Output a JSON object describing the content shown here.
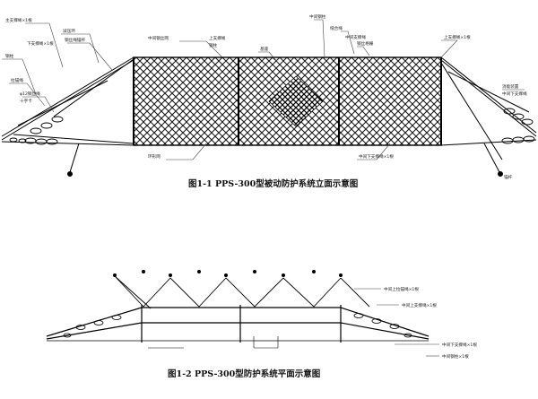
{
  "figures": [
    {
      "caption": "图1-1 PPS-300型被动防护系统立面示意图",
      "labels": {
        "l1": "主支撑绳×1根",
        "l2": "减压环",
        "l3": "钢丝绳锚杆",
        "l4": "钢柱",
        "l5": "拉锚绳",
        "l6": "φ12钢丝绳",
        "l7": "十字卡",
        "l8": "下支撑绳×1根",
        "l9": "中间钢丝网",
        "l10": "上支撑绳",
        "l11": "钢柱",
        "l12": "基座",
        "l13": "中间钢柱",
        "l14": "缝合绳",
        "l15": "中间支撑绳",
        "l16": "钢丝格栅",
        "l17": "环形网",
        "l18": "消能装置",
        "l19": "中间下支撑绳×1根",
        "l20": "上支撑绳×1根",
        "l21": "中间下支撑绳",
        "l22": "锚杆"
      }
    },
    {
      "caption": "图1-2 PPS-300型防护系统平面示意图",
      "labels": {
        "r1": "中间上拉锚绳×1根",
        "r2": "中间上支撑绳×1根",
        "r3": "中间下支撑绳×1根",
        "r4": "中间钢柱×1根"
      }
    }
  ]
}
